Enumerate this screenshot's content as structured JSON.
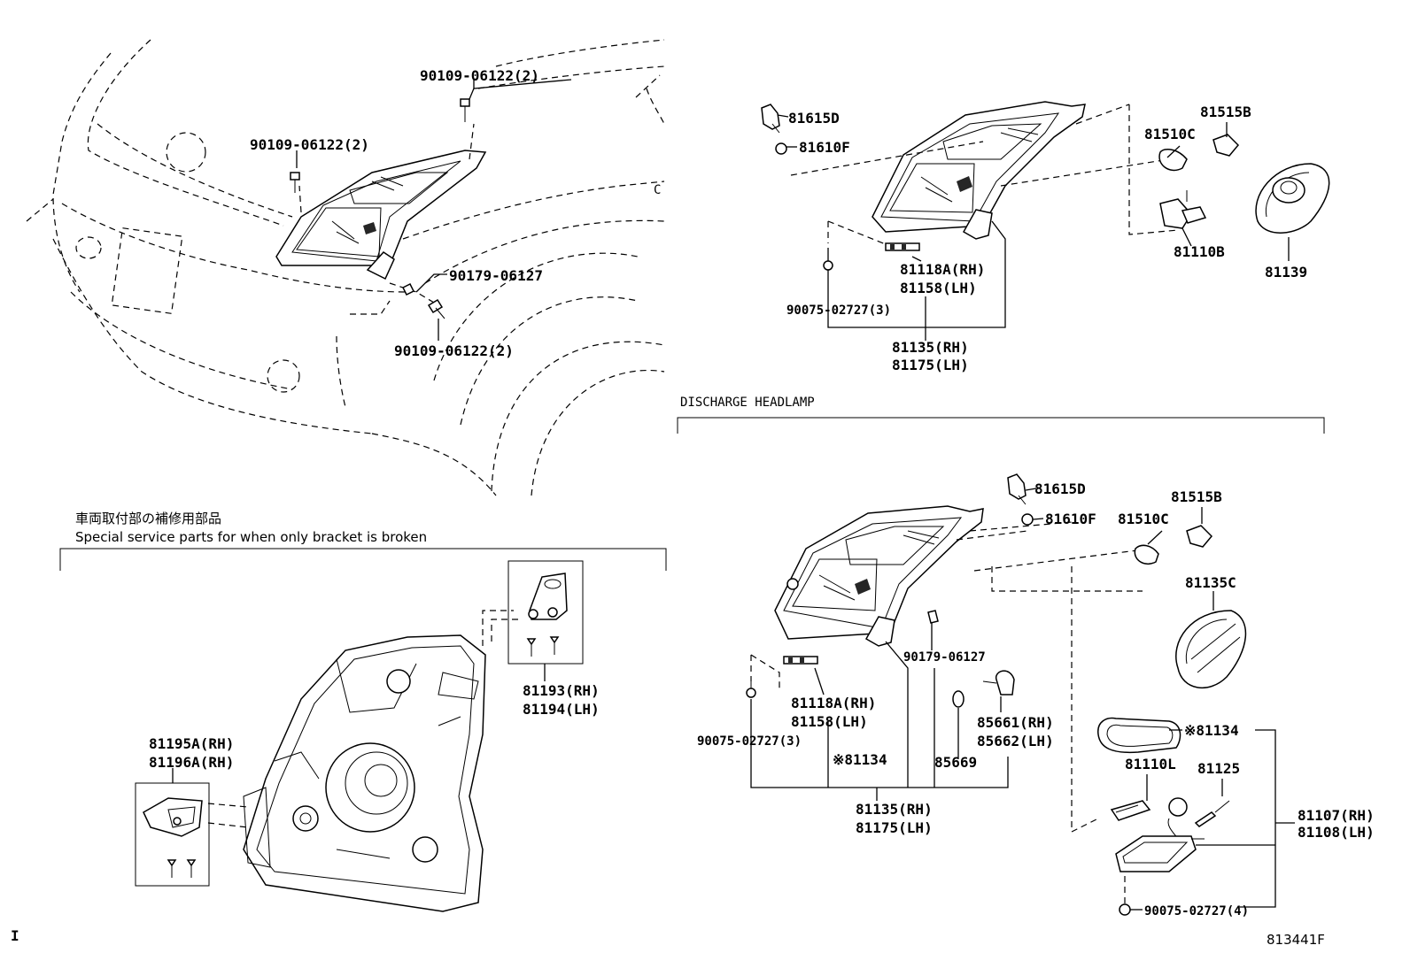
{
  "labels": {
    "upper": [
      "90109-06122(2)",
      "90109-06122(2)",
      "90179-06127",
      "90109-06122(2)"
    ],
    "headlamp": [
      "81615D",
      "81610F",
      "81515B",
      "81510C",
      "81110B",
      "81139",
      "81118A(RH)",
      "81158(LH)",
      "90075-02727(3)",
      "81135(RH)",
      "81175(LH)"
    ],
    "discharge_title": "DISCHARGE HEADLAMP",
    "discharge": [
      "81615D",
      "81610F",
      "81510C",
      "81515B",
      "81135C",
      "90179-06127",
      "81118A(RH)",
      "81158(LH)",
      "90075-02727(3)",
      "※81134",
      "85661(RH)",
      "85662(LH)",
      "85669",
      "81135(RH)",
      "81175(LH)",
      "※81134",
      "81110L",
      "81125",
      "81107(RH)",
      "81108(LH)",
      "90075-02727(4)"
    ],
    "service_title_jp": "車両取付部の補修用部品",
    "service_title_en": "Special service parts for when only bracket is broken",
    "service": [
      "81193(RH)",
      "81194(LH)",
      "81195A(RH)",
      "81196A(RH)"
    ],
    "page_mark": "I",
    "figure_code": "813441F"
  }
}
